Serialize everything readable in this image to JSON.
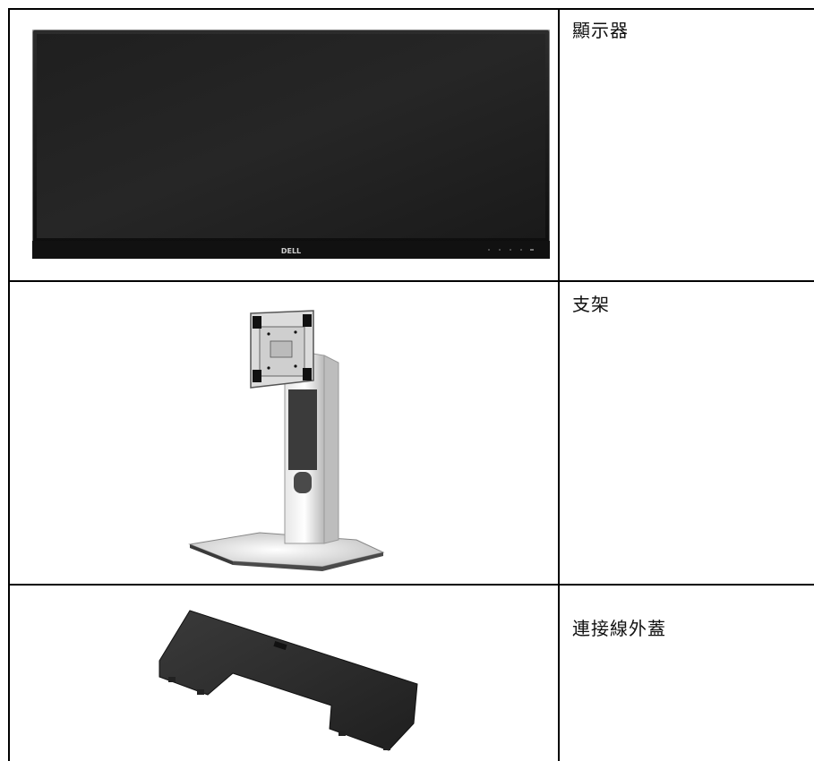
{
  "rows": [
    {
      "label": "顯示器",
      "image": "monitor-image",
      "brand": "DELL"
    },
    {
      "label": "支架",
      "image": "stand-image"
    },
    {
      "label": "連接線外蓋",
      "image": "cable-cover-image"
    }
  ]
}
